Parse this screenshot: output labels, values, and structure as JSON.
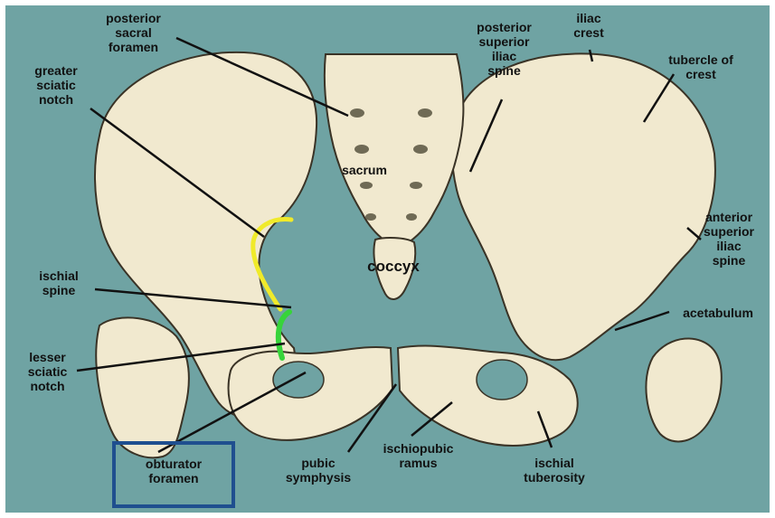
{
  "colors": {
    "background": "#6fa3a3",
    "bone": "#f1e9cf",
    "outline": "#3a3326",
    "greater_notch": "#f0ea2a",
    "lesser_notch": "#37d43a",
    "box_border": "#1f4f8f"
  },
  "labels": {
    "posterior_sacral_foramen": "posterior\nsacral\nforamen",
    "posterior_superior_iliac_spine": "posterior\nsuperior\niliac\nspine",
    "iliac_crest": "iliac\ncrest",
    "tubercle_of_crest": "tubercle of\ncrest",
    "greater_sciatic_notch": "greater\nsciatic\nnotch",
    "sacrum": "sacrum",
    "coccyx": "coccyx",
    "anterior_superior_iliac_spine": "anterior\nsuperior\niliac\nspine",
    "ischial_spine": "ischial\nspine",
    "acetabulum": "acetabulum",
    "lesser_sciatic_notch": "lesser\nsciatic\nnotch",
    "obturator_foramen": "obturator\nforamen",
    "pubic_symphysis": "pubic\nsymphysis",
    "ischiopubic_ramus": "ischiopubic\nramus",
    "ischial_tuberosity": "ischial\ntuberosity"
  }
}
